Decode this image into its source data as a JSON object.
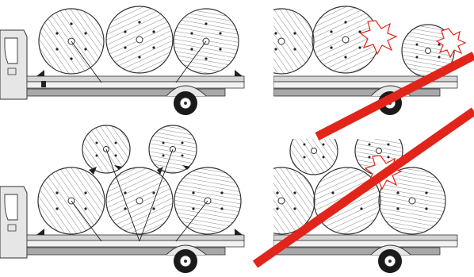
{
  "colors": {
    "stroke": "#333333",
    "hatch": "#555555",
    "truck_body": "#e6e6e6",
    "platform_top": "#d4d4d4",
    "platform_side": "#a8a8a8",
    "wheel_outer": "#1a1a1a",
    "wheel_hub": "#ffffff",
    "chock": "#222222",
    "forbidden_slash": "#e1251b",
    "burst_outline": "#e1251b"
  },
  "panels": [
    {
      "id": "correct-single-row",
      "status": "correct",
      "icon": "truck-with-three-reels"
    },
    {
      "id": "incorrect-single-row",
      "status": "incorrect",
      "icon": "truck-with-unsecured-reels"
    },
    {
      "id": "correct-stacked",
      "status": "correct",
      "icon": "truck-with-stacked-reels"
    },
    {
      "id": "incorrect-stacked",
      "status": "incorrect",
      "icon": "truck-with-unsecured-stacked-reels"
    }
  ]
}
